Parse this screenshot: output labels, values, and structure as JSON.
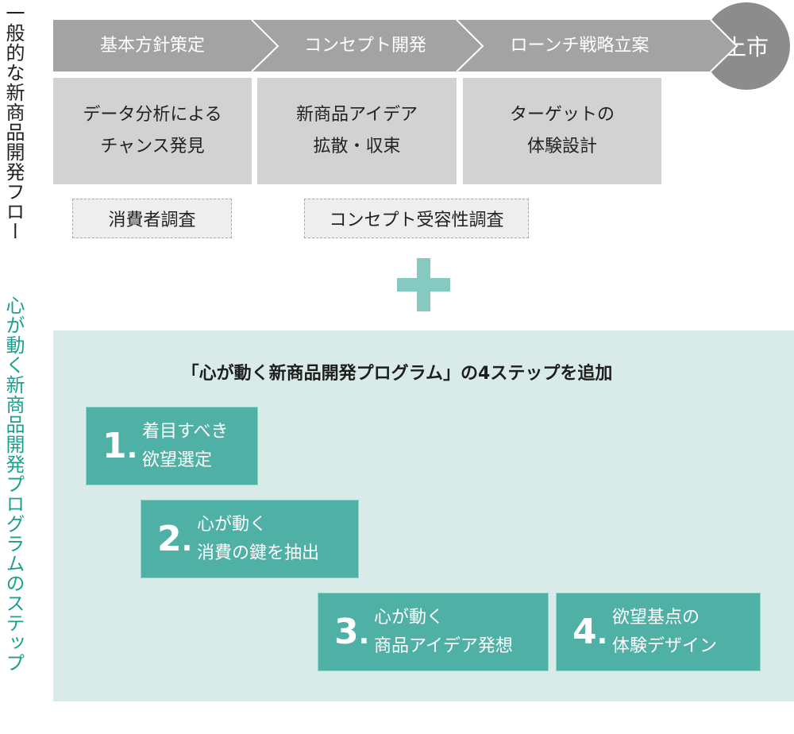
{
  "side_labels": {
    "general": "一般的な新商品開発フロー",
    "program": "心が動く新商品開発プログラムのステップ"
  },
  "flow": {
    "stages": [
      {
        "label": "基本方針策定"
      },
      {
        "label": "コンセプト開発"
      },
      {
        "label": "ローンチ戦略立案"
      }
    ],
    "launch": "上市",
    "activities": [
      {
        "line1": "データ分析による",
        "line2": "チャンス発見"
      },
      {
        "line1": "新商品アイデア",
        "line2": "拡散・収束"
      },
      {
        "line1": "ターゲットの",
        "line2": "体験設計"
      }
    ],
    "research": [
      {
        "label": "消費者調査"
      },
      {
        "label": "コンセプト受容性調査"
      }
    ]
  },
  "program": {
    "title": "「心が動く新商品開発プログラム」の4ステップを追加",
    "steps": [
      {
        "num": "1",
        "line1": "着目すべき",
        "line2": "欲望選定"
      },
      {
        "num": "2",
        "line1": "心が動く",
        "line2": "消費の鍵を抽出"
      },
      {
        "num": "3",
        "line1": "心が動く",
        "line2": "商品アイデア発想"
      },
      {
        "num": "4",
        "line1": "欲望基点の",
        "line2": "体験デザイン"
      }
    ]
  },
  "colors": {
    "band": "#a3a3a3",
    "launch": "#8c8c8c",
    "box": "#d2d2d2",
    "plus": "#86c9c0",
    "panel": "#d9ebe9",
    "step": "#4fb0a5",
    "accent_text": "#1aa08e"
  }
}
